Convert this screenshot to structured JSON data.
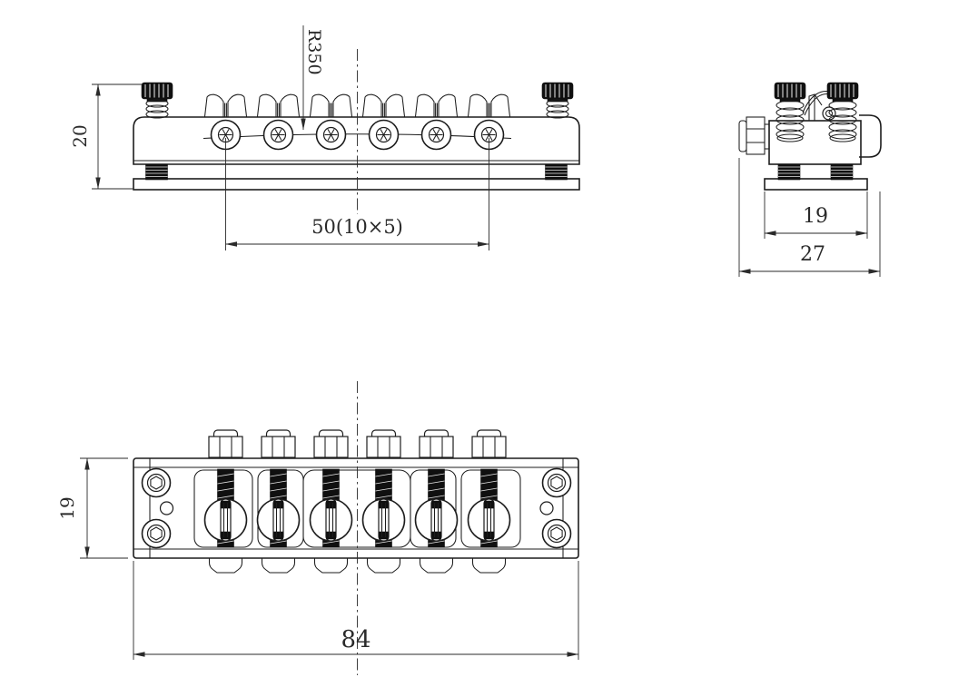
{
  "drawing": {
    "background_color": "#ffffff",
    "line_color": "#1d1d1d",
    "views": {
      "front": {
        "radius_label": "R350",
        "height_dim": "20",
        "saddle_spacing_dim": "50(10×5)"
      },
      "side": {
        "base_width_dim": "19",
        "overall_depth_dim": "27"
      },
      "top": {
        "plate_depth_dim": "19",
        "overall_length_dim": "84"
      }
    }
  }
}
